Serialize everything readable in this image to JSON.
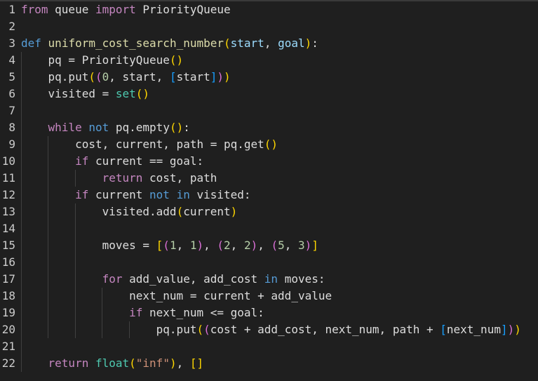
{
  "editor": {
    "line_numbers": [
      "1",
      "2",
      "3",
      "4",
      "5",
      "6",
      "7",
      "8",
      "9",
      "10",
      "11",
      "12",
      "13",
      "14",
      "15",
      "16",
      "17",
      "18",
      "19",
      "20",
      "21",
      "22"
    ],
    "lines": [
      [
        {
          "t": "from",
          "c": "kf"
        },
        {
          "t": " queue ",
          "c": "var"
        },
        {
          "t": "import",
          "c": "kf"
        },
        {
          "t": " PriorityQueue",
          "c": "var"
        }
      ],
      [],
      [
        {
          "t": "def",
          "c": "kw"
        },
        {
          "t": " ",
          "c": "var"
        },
        {
          "t": "uniform_cost_search_number",
          "c": "fn"
        },
        {
          "t": "(",
          "c": "b1"
        },
        {
          "t": "start",
          "c": "param"
        },
        {
          "t": ", ",
          "c": "var"
        },
        {
          "t": "goal",
          "c": "param"
        },
        {
          "t": ")",
          "c": "b1"
        },
        {
          "t": ":",
          "c": "var"
        }
      ],
      [
        {
          "t": "    pq = PriorityQueue",
          "c": "var"
        },
        {
          "t": "()",
          "c": "b1"
        }
      ],
      [
        {
          "t": "    pq.put",
          "c": "var"
        },
        {
          "t": "(",
          "c": "b1"
        },
        {
          "t": "(",
          "c": "b2"
        },
        {
          "t": "0",
          "c": "num"
        },
        {
          "t": ", start, ",
          "c": "var"
        },
        {
          "t": "[",
          "c": "b3"
        },
        {
          "t": "start",
          "c": "var"
        },
        {
          "t": "]",
          "c": "b3"
        },
        {
          "t": ")",
          "c": "b2"
        },
        {
          "t": ")",
          "c": "b1"
        }
      ],
      [
        {
          "t": "    visited = ",
          "c": "var"
        },
        {
          "t": "set",
          "c": "cls"
        },
        {
          "t": "()",
          "c": "b1"
        }
      ],
      [],
      [
        {
          "t": "    ",
          "c": "var"
        },
        {
          "t": "while",
          "c": "kf"
        },
        {
          "t": " ",
          "c": "var"
        },
        {
          "t": "not",
          "c": "kw"
        },
        {
          "t": " pq.empty",
          "c": "var"
        },
        {
          "t": "()",
          "c": "b1"
        },
        {
          "t": ":",
          "c": "var"
        }
      ],
      [
        {
          "t": "        cost, current, path = pq.get",
          "c": "var"
        },
        {
          "t": "()",
          "c": "b1"
        }
      ],
      [
        {
          "t": "        ",
          "c": "var"
        },
        {
          "t": "if",
          "c": "kf"
        },
        {
          "t": " current == goal:",
          "c": "var"
        }
      ],
      [
        {
          "t": "            ",
          "c": "var"
        },
        {
          "t": "return",
          "c": "kf"
        },
        {
          "t": " cost, path",
          "c": "var"
        }
      ],
      [
        {
          "t": "        ",
          "c": "var"
        },
        {
          "t": "if",
          "c": "kf"
        },
        {
          "t": " current ",
          "c": "var"
        },
        {
          "t": "not",
          "c": "kw"
        },
        {
          "t": " ",
          "c": "var"
        },
        {
          "t": "in",
          "c": "kw"
        },
        {
          "t": " visited:",
          "c": "var"
        }
      ],
      [
        {
          "t": "            visited.add",
          "c": "var"
        },
        {
          "t": "(",
          "c": "b1"
        },
        {
          "t": "current",
          "c": "var"
        },
        {
          "t": ")",
          "c": "b1"
        }
      ],
      [],
      [
        {
          "t": "            moves = ",
          "c": "var"
        },
        {
          "t": "[",
          "c": "b1"
        },
        {
          "t": "(",
          "c": "b2"
        },
        {
          "t": "1",
          "c": "num"
        },
        {
          "t": ", ",
          "c": "var"
        },
        {
          "t": "1",
          "c": "num"
        },
        {
          "t": ")",
          "c": "b2"
        },
        {
          "t": ", ",
          "c": "var"
        },
        {
          "t": "(",
          "c": "b2"
        },
        {
          "t": "2",
          "c": "num"
        },
        {
          "t": ", ",
          "c": "var"
        },
        {
          "t": "2",
          "c": "num"
        },
        {
          "t": ")",
          "c": "b2"
        },
        {
          "t": ", ",
          "c": "var"
        },
        {
          "t": "(",
          "c": "b2"
        },
        {
          "t": "5",
          "c": "num"
        },
        {
          "t": ", ",
          "c": "var"
        },
        {
          "t": "3",
          "c": "num"
        },
        {
          "t": ")",
          "c": "b2"
        },
        {
          "t": "]",
          "c": "b1"
        }
      ],
      [],
      [
        {
          "t": "            ",
          "c": "var"
        },
        {
          "t": "for",
          "c": "kf"
        },
        {
          "t": " add_value, add_cost ",
          "c": "var"
        },
        {
          "t": "in",
          "c": "kw"
        },
        {
          "t": " moves:",
          "c": "var"
        }
      ],
      [
        {
          "t": "                next_num = current + add_value",
          "c": "var"
        }
      ],
      [
        {
          "t": "                ",
          "c": "var"
        },
        {
          "t": "if",
          "c": "kf"
        },
        {
          "t": " next_num <= goal:",
          "c": "var"
        }
      ],
      [
        {
          "t": "                    pq.put",
          "c": "var"
        },
        {
          "t": "(",
          "c": "b1"
        },
        {
          "t": "(",
          "c": "b2"
        },
        {
          "t": "cost + add_cost, next_num, path + ",
          "c": "var"
        },
        {
          "t": "[",
          "c": "b3"
        },
        {
          "t": "next_num",
          "c": "var"
        },
        {
          "t": "]",
          "c": "b3"
        },
        {
          "t": ")",
          "c": "b2"
        },
        {
          "t": ")",
          "c": "b1"
        }
      ],
      [],
      [
        {
          "t": "    ",
          "c": "var"
        },
        {
          "t": "return",
          "c": "kf"
        },
        {
          "t": " ",
          "c": "var"
        },
        {
          "t": "float",
          "c": "cls"
        },
        {
          "t": "(",
          "c": "b1"
        },
        {
          "t": "\"inf\"",
          "c": "str"
        },
        {
          "t": ")",
          "c": "b1"
        },
        {
          "t": ", ",
          "c": "var"
        },
        {
          "t": "[]",
          "c": "b1"
        }
      ]
    ],
    "guides": [
      [],
      [],
      [],
      [
        1
      ],
      [
        1
      ],
      [
        1
      ],
      [
        1
      ],
      [
        1
      ],
      [
        1,
        2
      ],
      [
        1,
        2
      ],
      [
        1,
        2,
        3
      ],
      [
        1,
        2
      ],
      [
        1,
        2,
        3
      ],
      [
        1,
        2,
        3
      ],
      [
        1,
        2,
        3
      ],
      [
        1,
        2,
        3
      ],
      [
        1,
        2,
        3
      ],
      [
        1,
        2,
        3,
        4
      ],
      [
        1,
        2,
        3,
        4
      ],
      [
        1,
        2,
        3,
        4,
        5
      ],
      [
        1
      ],
      [
        1
      ]
    ]
  }
}
